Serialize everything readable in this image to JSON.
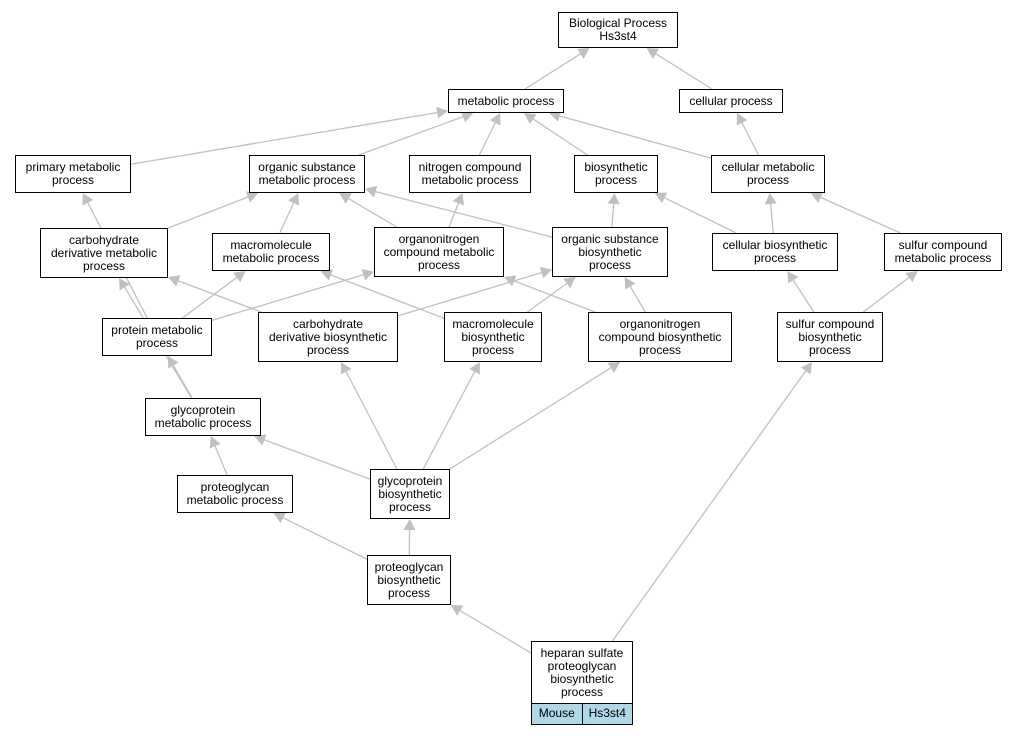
{
  "diagram": {
    "edge_color": "#c0c0c0",
    "highlight_color": "#add8e6",
    "nodes": {
      "root": [
        "Biological Process",
        "Hs3st4"
      ],
      "metabolic": [
        "metabolic process"
      ],
      "cellular": [
        "cellular process"
      ],
      "primary_metabolic": [
        "primary metabolic",
        "process"
      ],
      "organic_substance_metabolic": [
        "organic substance",
        "metabolic process"
      ],
      "nitrogen_compound_metabolic": [
        "nitrogen compound",
        "metabolic process"
      ],
      "biosynthetic": [
        "biosynthetic",
        "process"
      ],
      "cellular_metabolic": [
        "cellular metabolic",
        "process"
      ],
      "carbohydrate_derivative_metabolic": [
        "carbohydrate",
        "derivative metabolic",
        "process"
      ],
      "macromolecule_metabolic": [
        "macromolecule",
        "metabolic process"
      ],
      "organonitrogen_compound_metabolic": [
        "organonitrogen",
        "compound metabolic",
        "process"
      ],
      "organic_substance_biosynthetic": [
        "organic substance",
        "biosynthetic",
        "process"
      ],
      "cellular_biosynthetic": [
        "cellular biosynthetic",
        "process"
      ],
      "sulfur_compound_metabolic": [
        "sulfur compound",
        "metabolic process"
      ],
      "protein_metabolic": [
        "protein metabolic",
        "process"
      ],
      "carbohydrate_derivative_biosynthetic": [
        "carbohydrate",
        "derivative biosynthetic",
        "process"
      ],
      "macromolecule_biosynthetic": [
        "macromolecule",
        "biosynthetic",
        "process"
      ],
      "organonitrogen_compound_biosynthetic": [
        "organonitrogen",
        "compound biosynthetic",
        "process"
      ],
      "sulfur_compound_biosynthetic": [
        "sulfur compound",
        "biosynthetic",
        "process"
      ],
      "glycoprotein_metabolic": [
        "glycoprotein",
        "metabolic process"
      ],
      "proteoglycan_metabolic": [
        "proteoglycan",
        "metabolic process"
      ],
      "glycoprotein_biosynthetic": [
        "glycoprotein",
        "biosynthetic",
        "process"
      ],
      "proteoglycan_biosynthetic": [
        "proteoglycan",
        "biosynthetic",
        "process"
      ],
      "heparan_sulfate": [
        "heparan sulfate",
        "proteoglycan",
        "biosynthetic",
        "process"
      ]
    },
    "annotation": {
      "species": "Mouse",
      "gene": "Hs3st4"
    },
    "edges": [
      [
        "metabolic",
        "root"
      ],
      [
        "cellular",
        "root"
      ],
      [
        "primary_metabolic",
        "metabolic"
      ],
      [
        "organic_substance_metabolic",
        "metabolic"
      ],
      [
        "nitrogen_compound_metabolic",
        "metabolic"
      ],
      [
        "biosynthetic",
        "metabolic"
      ],
      [
        "cellular_metabolic",
        "metabolic"
      ],
      [
        "cellular_metabolic",
        "cellular"
      ],
      [
        "carbohydrate_derivative_metabolic",
        "organic_substance_metabolic"
      ],
      [
        "macromolecule_metabolic",
        "organic_substance_metabolic"
      ],
      [
        "organonitrogen_compound_metabolic",
        "organic_substance_metabolic"
      ],
      [
        "organonitrogen_compound_metabolic",
        "nitrogen_compound_metabolic"
      ],
      [
        "organic_substance_biosynthetic",
        "organic_substance_metabolic"
      ],
      [
        "organic_substance_biosynthetic",
        "biosynthetic"
      ],
      [
        "cellular_biosynthetic",
        "biosynthetic"
      ],
      [
        "cellular_biosynthetic",
        "cellular_metabolic"
      ],
      [
        "sulfur_compound_metabolic",
        "cellular_metabolic"
      ],
      [
        "protein_metabolic",
        "primary_metabolic"
      ],
      [
        "protein_metabolic",
        "macromolecule_metabolic"
      ],
      [
        "protein_metabolic",
        "organonitrogen_compound_metabolic"
      ],
      [
        "carbohydrate_derivative_biosynthetic",
        "carbohydrate_derivative_metabolic"
      ],
      [
        "carbohydrate_derivative_biosynthetic",
        "organic_substance_biosynthetic"
      ],
      [
        "macromolecule_biosynthetic",
        "macromolecule_metabolic"
      ],
      [
        "macromolecule_biosynthetic",
        "organic_substance_biosynthetic"
      ],
      [
        "organonitrogen_compound_biosynthetic",
        "organonitrogen_compound_metabolic"
      ],
      [
        "organonitrogen_compound_biosynthetic",
        "organic_substance_biosynthetic"
      ],
      [
        "sulfur_compound_biosynthetic",
        "cellular_biosynthetic"
      ],
      [
        "sulfur_compound_biosynthetic",
        "sulfur_compound_metabolic"
      ],
      [
        "glycoprotein_metabolic",
        "carbohydrate_derivative_metabolic"
      ],
      [
        "glycoprotein_metabolic",
        "protein_metabolic"
      ],
      [
        "proteoglycan_metabolic",
        "glycoprotein_metabolic"
      ],
      [
        "glycoprotein_biosynthetic",
        "glycoprotein_metabolic"
      ],
      [
        "glycoprotein_biosynthetic",
        "carbohydrate_derivative_biosynthetic"
      ],
      [
        "glycoprotein_biosynthetic",
        "macromolecule_biosynthetic"
      ],
      [
        "glycoprotein_biosynthetic",
        "organonitrogen_compound_biosynthetic"
      ],
      [
        "proteoglycan_biosynthetic",
        "proteoglycan_metabolic"
      ],
      [
        "proteoglycan_biosynthetic",
        "glycoprotein_biosynthetic"
      ],
      [
        "heparan_sulfate",
        "proteoglycan_biosynthetic"
      ],
      [
        "heparan_sulfate",
        "sulfur_compound_biosynthetic"
      ]
    ]
  }
}
